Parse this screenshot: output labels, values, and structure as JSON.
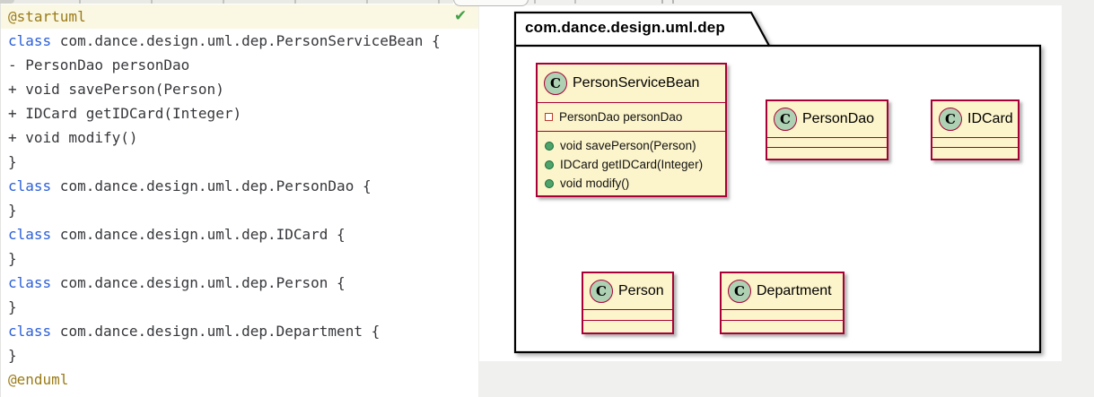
{
  "editor": {
    "check_icon": "✔",
    "lines": [
      {
        "style": "uml",
        "kw": "",
        "rest": "@startuml"
      },
      {
        "style": "",
        "kw": "class",
        "rest": " com.dance.design.uml.dep.PersonServiceBean {"
      },
      {
        "style": "",
        "kw": "",
        "rest": "- PersonDao personDao"
      },
      {
        "style": "",
        "kw": "",
        "rest": "+ void savePerson(Person)"
      },
      {
        "style": "",
        "kw": "",
        "rest": "+ IDCard getIDCard(Integer)"
      },
      {
        "style": "",
        "kw": "",
        "rest": "+ void modify()"
      },
      {
        "style": "",
        "kw": "",
        "rest": "}"
      },
      {
        "style": "",
        "kw": "class",
        "rest": " com.dance.design.uml.dep.PersonDao {"
      },
      {
        "style": "",
        "kw": "",
        "rest": "}"
      },
      {
        "style": "",
        "kw": "class",
        "rest": " com.dance.design.uml.dep.IDCard {"
      },
      {
        "style": "",
        "kw": "",
        "rest": "}"
      },
      {
        "style": "",
        "kw": "class",
        "rest": " com.dance.design.uml.dep.Person {"
      },
      {
        "style": "",
        "kw": "",
        "rest": "}"
      },
      {
        "style": "",
        "kw": "class",
        "rest": " com.dance.design.uml.dep.Department {"
      },
      {
        "style": "",
        "kw": "",
        "rest": "}"
      },
      {
        "style": "uml",
        "kw": "",
        "rest": "@enduml"
      }
    ]
  },
  "diagram": {
    "package_name": "com.dance.design.uml.dep",
    "classes": [
      {
        "icon_letter": "C",
        "name": "PersonServiceBean",
        "fields": [
          {
            "visibility": "private",
            "text": "PersonDao personDao"
          }
        ],
        "methods": [
          {
            "visibility": "public",
            "text": "void savePerson(Person)"
          },
          {
            "visibility": "public",
            "text": "IDCard getIDCard(Integer)"
          },
          {
            "visibility": "public",
            "text": "void modify()"
          }
        ]
      },
      {
        "icon_letter": "C",
        "name": "PersonDao",
        "fields": [],
        "methods": []
      },
      {
        "icon_letter": "C",
        "name": "IDCard",
        "fields": [],
        "methods": []
      },
      {
        "icon_letter": "C",
        "name": "Person",
        "fields": [],
        "methods": []
      },
      {
        "icon_letter": "C",
        "name": "Department",
        "fields": [],
        "methods": []
      }
    ]
  },
  "colors": {
    "class_fill": "#FCF4CA",
    "class_border": "#A80036",
    "class_icon_fill": "#ADD1B2",
    "method_icon_green": "#4DA36A",
    "field_icon_red": "#C0392B",
    "keyword_blue": "#2B5FD9",
    "uml_tag_olive": "#9A7B18",
    "check_green": "#43A047",
    "active_line_bg": "#FAF7E3",
    "panel_gray": "#F0F0EE"
  }
}
